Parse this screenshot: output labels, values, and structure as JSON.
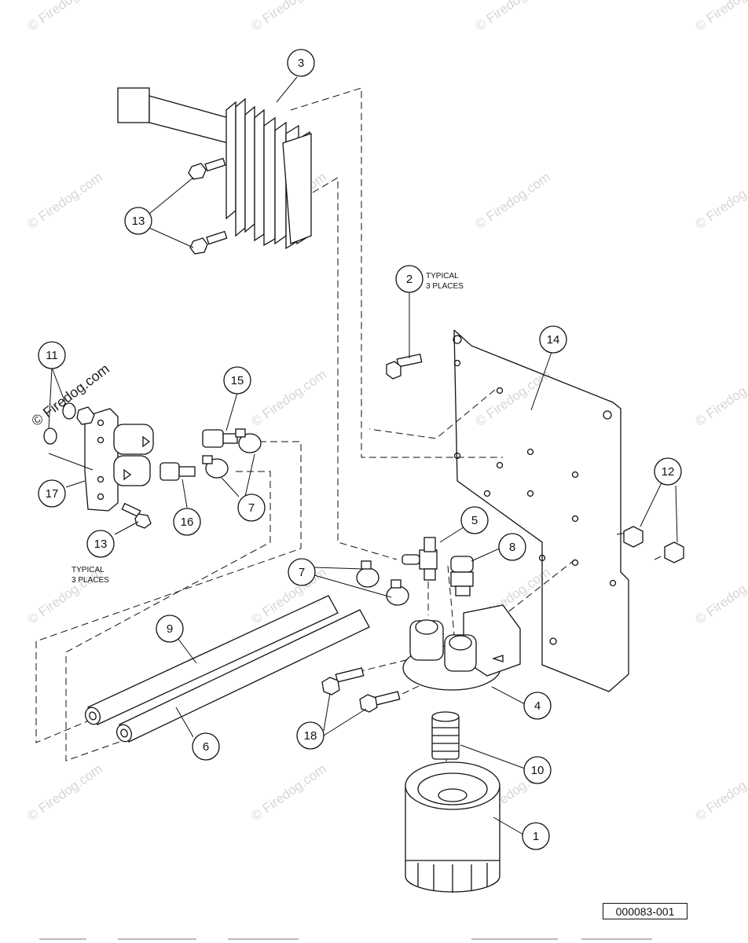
{
  "figure_id": "000083-001",
  "watermark": "© Firedog.com",
  "notes": {
    "typical_line1": "TYPICAL",
    "typical_line2": "3 PLACES"
  },
  "callouts": [
    {
      "label": "1"
    },
    {
      "label": "2"
    },
    {
      "label": "3"
    },
    {
      "label": "4"
    },
    {
      "label": "5"
    },
    {
      "label": "6"
    },
    {
      "label": "7"
    },
    {
      "label": "7"
    },
    {
      "label": "8"
    },
    {
      "label": "9"
    },
    {
      "label": "10"
    },
    {
      "label": "11"
    },
    {
      "label": "12"
    },
    {
      "label": "13"
    },
    {
      "label": "13"
    },
    {
      "label": "14"
    },
    {
      "label": "15"
    },
    {
      "label": "16"
    },
    {
      "label": "17"
    },
    {
      "label": "18"
    }
  ]
}
